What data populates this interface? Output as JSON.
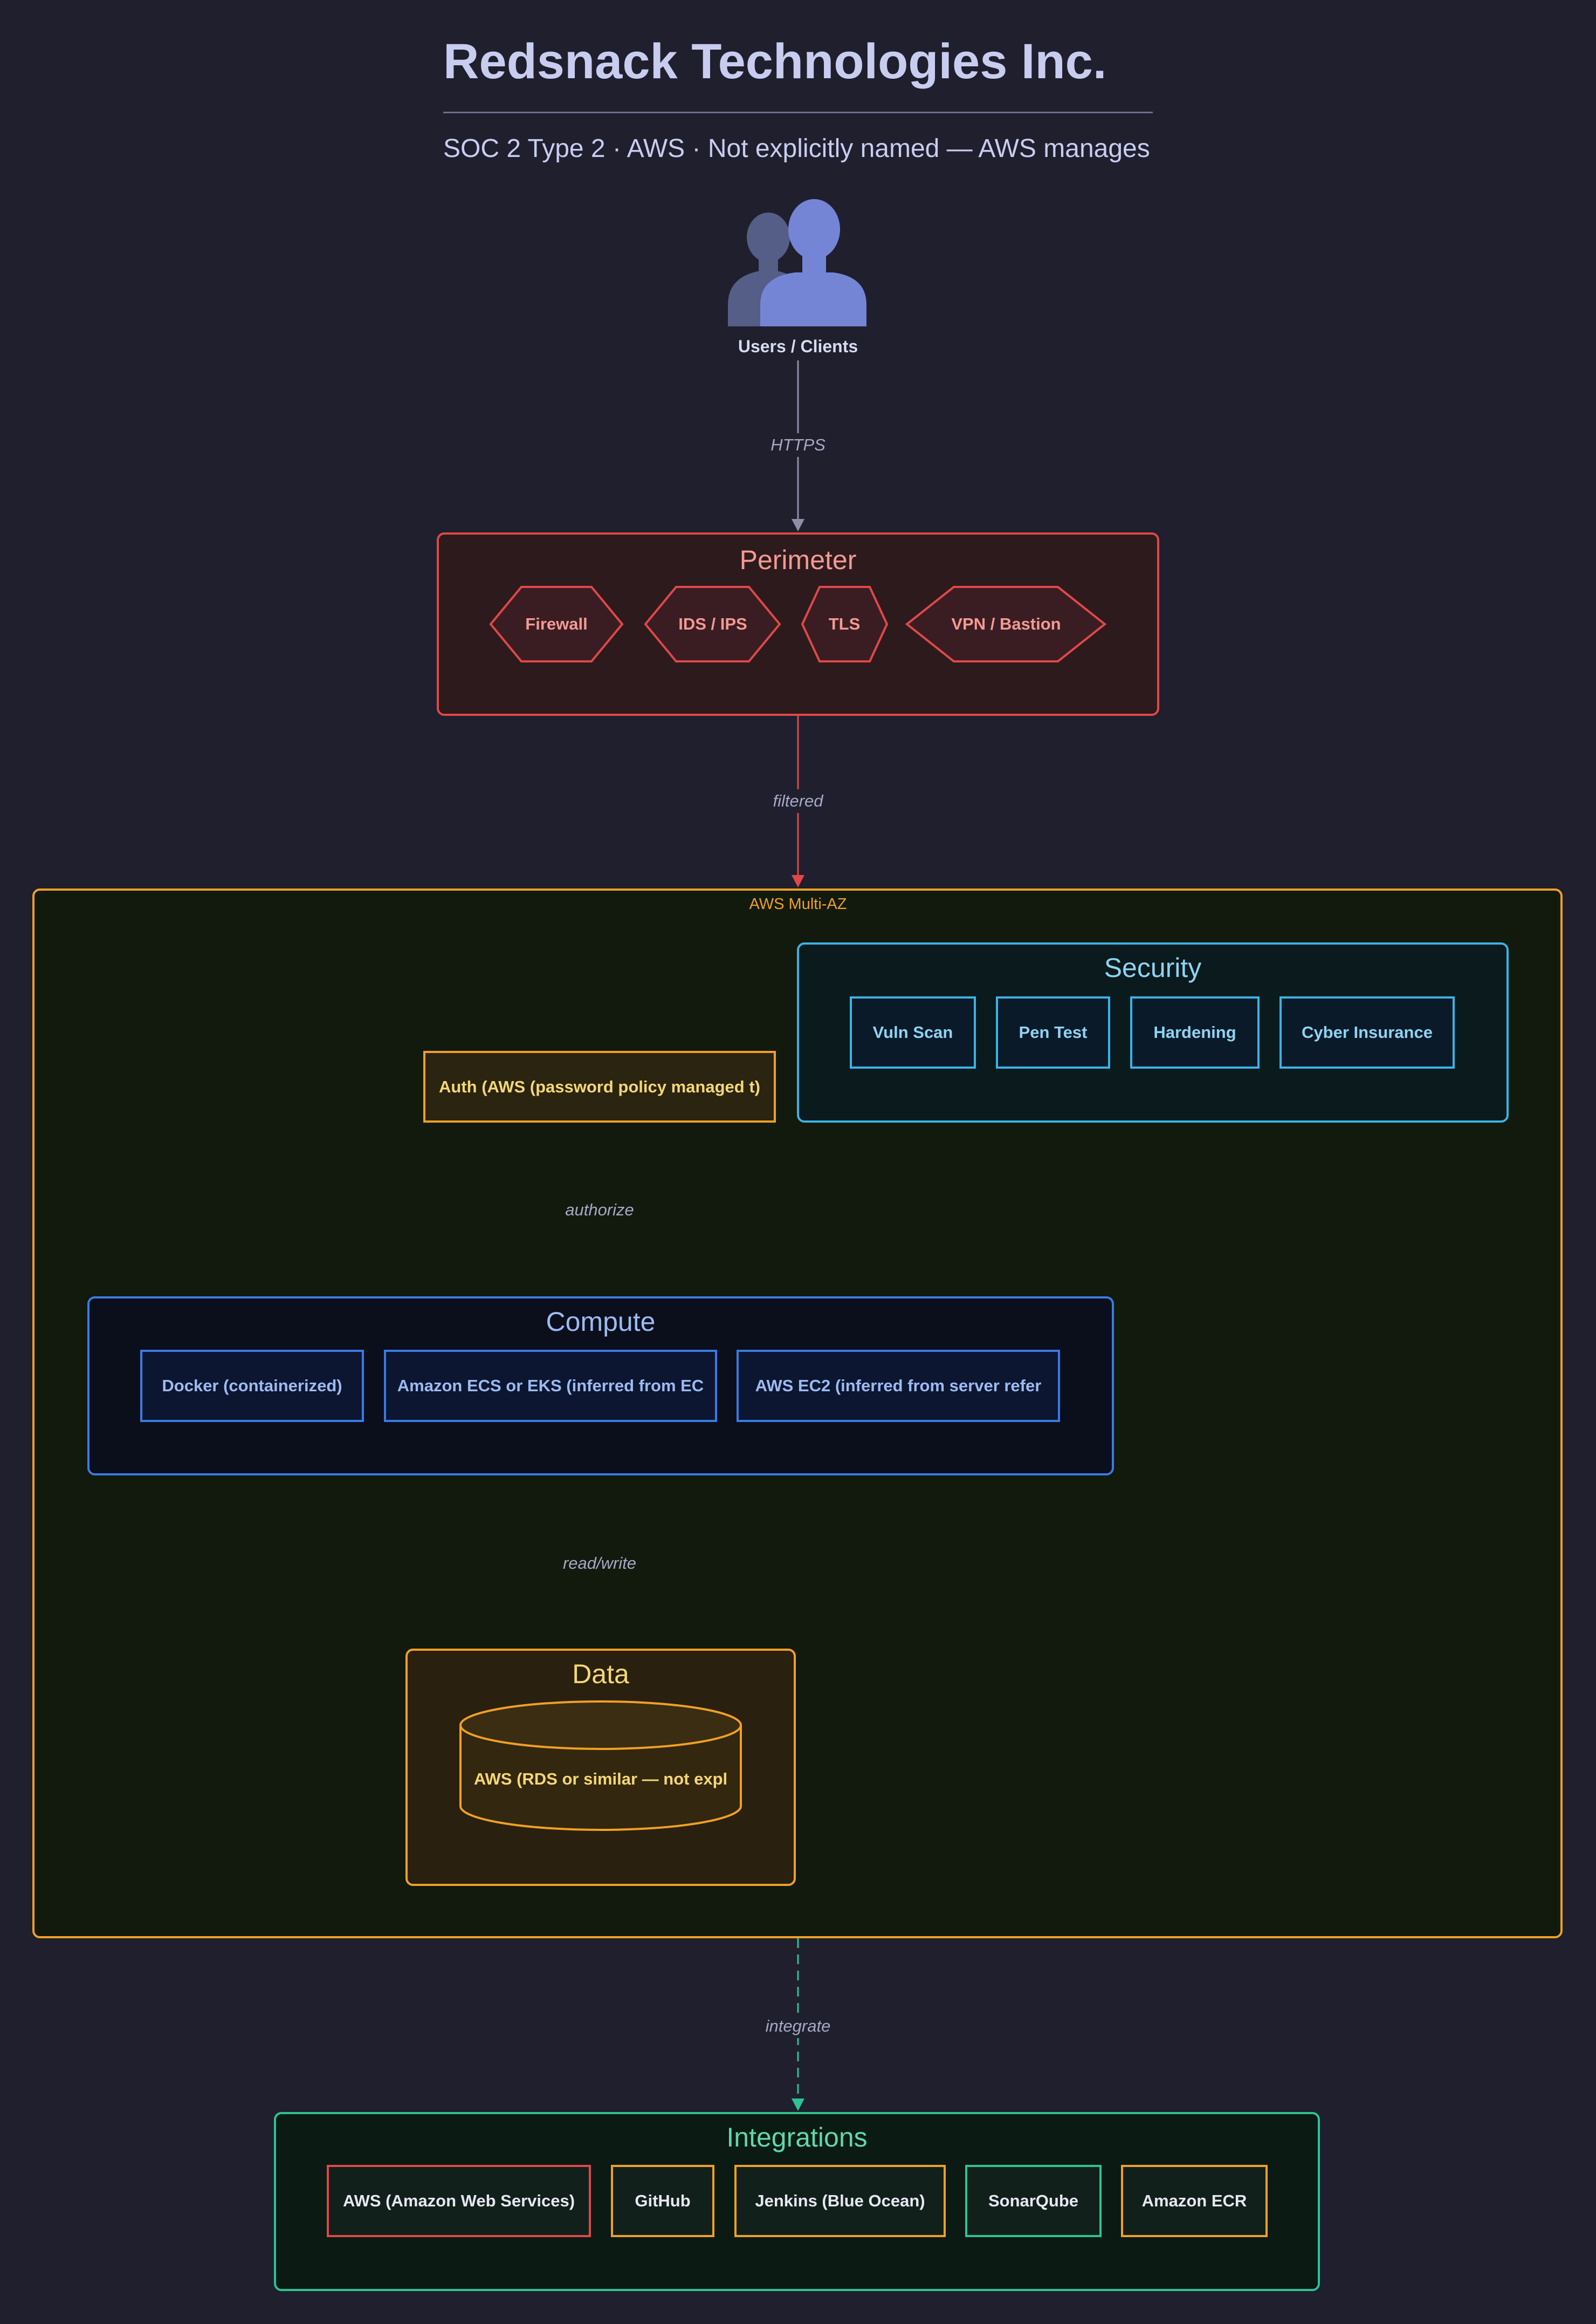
{
  "header": {
    "title": "Redsnack Technologies Inc.",
    "subtitle": "SOC 2 Type 2 · AWS · Not explicitly named — AWS manages"
  },
  "users": {
    "label": "Users / Clients",
    "icon": "users-icon"
  },
  "edges": {
    "https": "HTTPS",
    "filtered": "filtered",
    "authorize": "authorize",
    "read_write": "read/write",
    "integrate": "integrate"
  },
  "perimeter": {
    "title": "Perimeter",
    "items": [
      "Firewall",
      "IDS / IPS",
      "TLS",
      "VPN / Bastion"
    ]
  },
  "aws_zone": {
    "label": "AWS Multi-AZ"
  },
  "security": {
    "title": "Security",
    "items": [
      "Vuln Scan",
      "Pen Test",
      "Hardening",
      "Cyber Insurance"
    ]
  },
  "auth": {
    "label": "Auth (AWS (password policy managed t)"
  },
  "compute": {
    "title": "Compute",
    "items": [
      "Docker (containerized)",
      "Amazon ECS or EKS (inferred from EC",
      "AWS EC2 (inferred from server refer"
    ]
  },
  "data": {
    "title": "Data",
    "db_label": "AWS (RDS or similar — not expl"
  },
  "integrations": {
    "title": "Integrations",
    "items": [
      {
        "label": "AWS (Amazon Web Services)",
        "color": "#e04848"
      },
      {
        "label": "GitHub",
        "color": "#f0a024"
      },
      {
        "label": "Jenkins (Blue Ocean)",
        "color": "#f0a024"
      },
      {
        "label": "SonarQube",
        "color": "#2cc392"
      },
      {
        "label": "Amazon ECR",
        "color": "#f0a024"
      }
    ]
  },
  "colors": {
    "background": "#1f1f2e",
    "perimeter": "#e04848",
    "aws_zone": "#f0a024",
    "security": "#3ab3e6",
    "compute": "#3a7ae6",
    "integrations": "#2cc392",
    "user_icon_front": "#7585d6",
    "user_icon_back": "#545e86"
  }
}
